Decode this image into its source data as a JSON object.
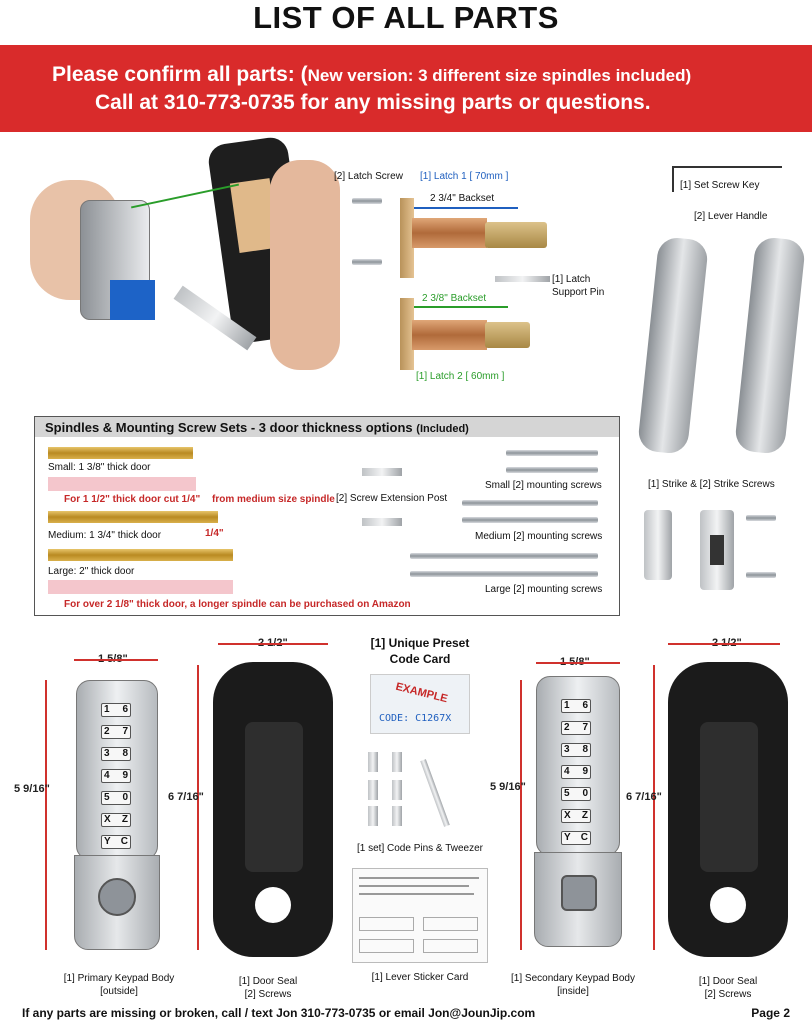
{
  "title": "LIST OF ALL PARTS",
  "banner": {
    "line1_main": "Please confirm all parts: (",
    "line1_small": "New version: 3 different size spindles included)",
    "line2": "Call at 310-773-0735 for any missing parts or questions."
  },
  "latch": {
    "latch_screw": "[2] Latch Screw",
    "latch1": "[1] Latch 1 [ 70mm ]",
    "backset1": "2 3/4\" Backset",
    "support_pin": "[1] Latch\nSupport Pin",
    "backset2": "2 3/8\"  Backset",
    "latch2": "[1] Latch 2 [ 60mm ]"
  },
  "lever": {
    "set_screw_key": "[1] Set Screw Key",
    "lever_handle": "[2] Lever Handle",
    "strike": "[1] Strike & [2] Strike Screws"
  },
  "spindles": {
    "header": "Spindles & Mounting Screw Sets - 3 door thickness options",
    "header_small": "(Included)",
    "small": "Small: 1 3/8\" thick door",
    "cut_note": "For 1 1/2\" thick door cut 1/4\"",
    "from_medium": "from medium size spindle",
    "quarter": "1/4\"",
    "medium": "Medium: 1 3/4\" thick door",
    "large": "Large: 2\" thick door",
    "longer": "For over 2 1/8\" thick door, a longer spindle can be purchased on Amazon",
    "ext_post": "[2]  Screw Extension Post",
    "small_screws": "Small [2] mounting screws",
    "medium_screws": "Medium [2] mounting screws",
    "large_screws": "Large [2] mounting screws"
  },
  "code_card": {
    "title_l1": "[1] Unique Preset",
    "title_l2": "Code Card",
    "example": "EXAMPLE",
    "code": "CODE: C1267X",
    "pins": "[1 set] Code Pins & Tweezer",
    "sticker": "[1] Lever Sticker Card"
  },
  "keypad_keys": [
    [
      "1",
      "6"
    ],
    [
      "2",
      "7"
    ],
    [
      "3",
      "8"
    ],
    [
      "4",
      "9"
    ],
    [
      "5",
      "0"
    ],
    [
      "X",
      "Z"
    ],
    [
      "Y",
      "C"
    ]
  ],
  "dims": {
    "kp_width": "1 5/8\"",
    "kp_height": "5 9/16\"",
    "seal_width": "2 1/2\"",
    "seal_height": "6 7/16\""
  },
  "captions": {
    "primary_l1": "[1] Primary Keypad Body",
    "primary_l2": "[outside]",
    "seal_l1": "[1] Door Seal",
    "seal_l2": "[2] Screws",
    "secondary_l1": "[1] Secondary Keypad Body",
    "secondary_l2": "[inside]"
  },
  "footer": "If any parts are missing or broken, call / text Jon 310-773-0735 or email Jon@JounJip.com",
  "page": "Page 2"
}
